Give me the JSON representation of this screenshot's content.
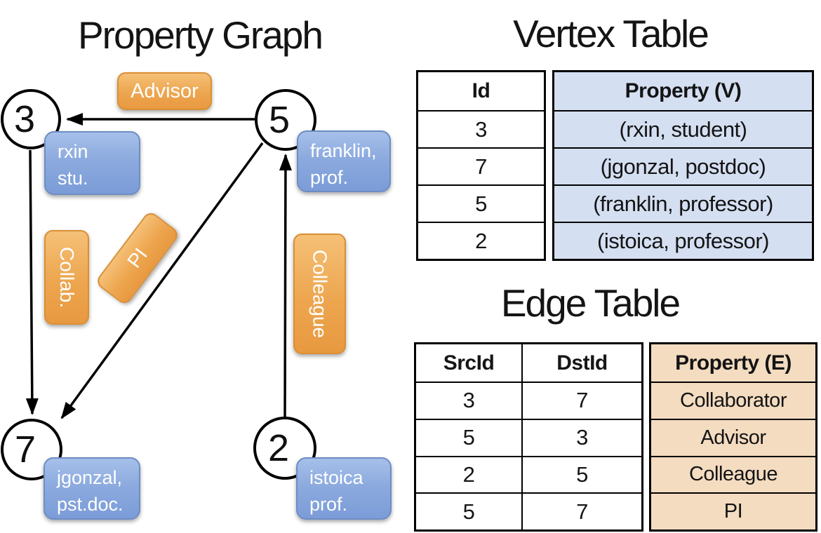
{
  "graph": {
    "title": "Property Graph",
    "nodes": [
      {
        "id": "3",
        "line1": "rxin",
        "line2": "stu."
      },
      {
        "id": "5",
        "line1": "franklin,",
        "line2": "prof."
      },
      {
        "id": "7",
        "line1": "jgonzal,",
        "line2": "pst.doc."
      },
      {
        "id": "2",
        "line1": "istoica",
        "line2": "prof."
      }
    ],
    "edges": [
      {
        "src": "5",
        "dst": "3",
        "label": "Advisor"
      },
      {
        "src": "3",
        "dst": "7",
        "label": "Collab."
      },
      {
        "src": "5",
        "dst": "7",
        "label": "PI"
      },
      {
        "src": "2",
        "dst": "5",
        "label": "Colleague"
      }
    ]
  },
  "vertex_table": {
    "title": "Vertex Table",
    "columns": {
      "id": "Id",
      "property": "Property (V)"
    },
    "rows": [
      {
        "id": "3",
        "property": "(rxin, student)"
      },
      {
        "id": "7",
        "property": "(jgonzal, postdoc)"
      },
      {
        "id": "5",
        "property": "(franklin, professor)"
      },
      {
        "id": "2",
        "property": "(istoica, professor)"
      }
    ]
  },
  "edge_table": {
    "title": "Edge Table",
    "columns": {
      "src": "SrcId",
      "dst": "DstId",
      "property": "Property (E)"
    },
    "rows": [
      {
        "src": "3",
        "dst": "7",
        "property": "Collaborator"
      },
      {
        "src": "5",
        "dst": "3",
        "property": "Advisor"
      },
      {
        "src": "2",
        "dst": "5",
        "property": "Colleague"
      },
      {
        "src": "5",
        "dst": "7",
        "property": "PI"
      }
    ]
  },
  "colors": {
    "vertex_box_blue": "#8caade",
    "edge_box_orange": "#eda64f",
    "vertex_cell_fill": "#d5dff2",
    "edge_cell_fill": "#f4dcc1",
    "line_black": "#000000"
  }
}
